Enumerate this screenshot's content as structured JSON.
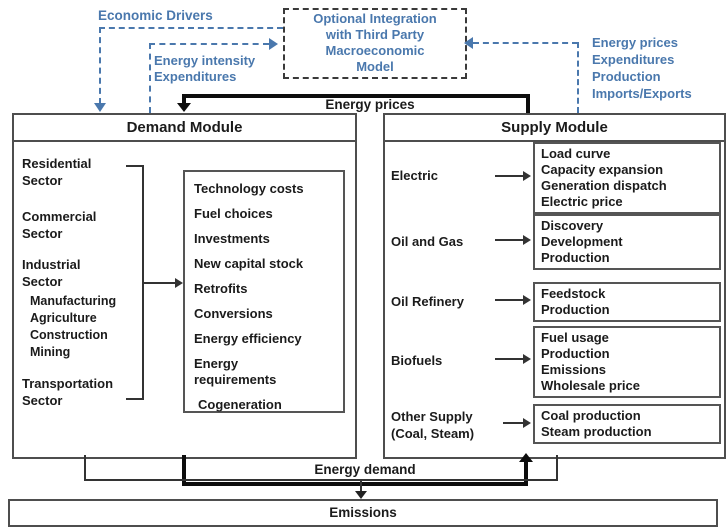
{
  "colors": {
    "accent_blue": "#4a78ad",
    "line": "#333333",
    "border": "#4e4e4e",
    "black": "#0d0d0d"
  },
  "top": {
    "economic_drivers": "Economic Drivers",
    "energy_intensity": "Energy intensity\nExpenditures",
    "macro_box": "Optional Integration\nwith Third Party\nMacroeconomic\nModel",
    "supply_feedback": "Energy prices\nExpenditures\nProduction\nImports/Exports",
    "energy_prices_label": "Energy prices"
  },
  "demand": {
    "title": "Demand Module",
    "sectors": [
      {
        "label": "Residential\nSector"
      },
      {
        "label": "Commercial\nSector"
      },
      {
        "label": "Industrial\nSector"
      },
      {
        "label": "Manufacturing"
      },
      {
        "label": "Agriculture"
      },
      {
        "label": "Construction"
      },
      {
        "label": "Mining"
      },
      {
        "label": "Transportation\nSector"
      }
    ],
    "processes": [
      "Technology costs",
      "Fuel choices",
      "Investments",
      "New capital stock",
      "Retrofits",
      "Conversions",
      "Energy efficiency",
      "Energy\nrequirements",
      "Cogeneration"
    ]
  },
  "supply": {
    "title": "Supply Module",
    "rows": [
      {
        "label": "Electric",
        "items": "Load curve\nCapacity expansion\nGeneration dispatch\nElectric price"
      },
      {
        "label": "Oil and Gas",
        "items": "Discovery\nDevelopment\nProduction"
      },
      {
        "label": "Oil Refinery",
        "items": "Feedstock\nProduction"
      },
      {
        "label": "Biofuels",
        "items": "Fuel usage\nProduction\nEmissions\nWholesale price"
      },
      {
        "label": "Other Supply\n(Coal, Steam)",
        "items": "Coal production\nSteam production"
      }
    ]
  },
  "bottom": {
    "energy_demand_label": "Energy demand",
    "emissions_label": "Emissions"
  }
}
